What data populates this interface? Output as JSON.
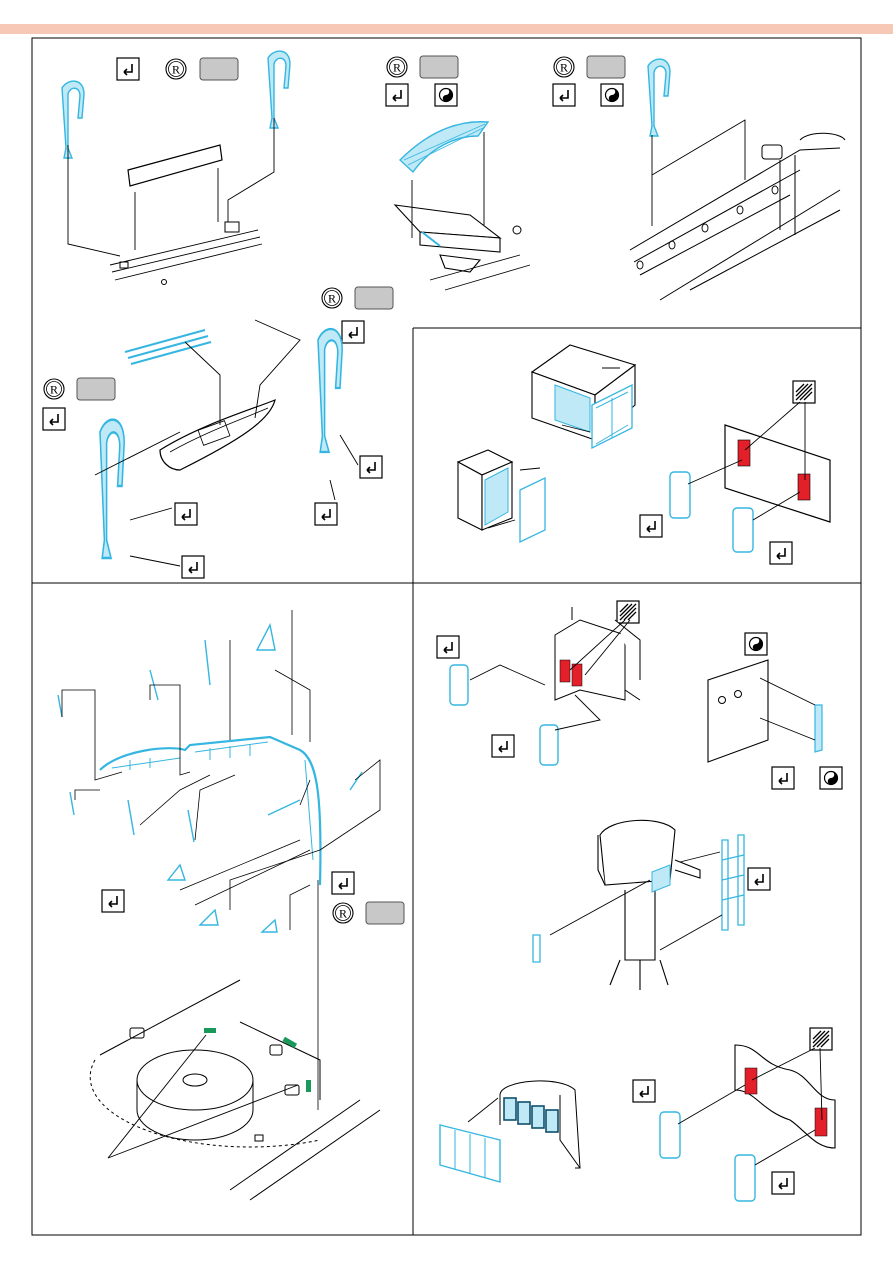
{
  "page": {
    "accent_stripe_color": "#f7c8b6",
    "part_color": "#35b6e0",
    "paint_red": "#e3202a",
    "paint_green": "#1a9a5a"
  },
  "symbols": {
    "fold": "fold-symbol-icon",
    "remove": "remove-plastic-symbol",
    "replace_r": "R",
    "flip": "flip-symbol-icon",
    "hatch": "paint-hatch-symbol"
  },
  "panels": [
    {
      "name": "step-1-davits-rail"
    },
    {
      "name": "step-2-gangway-roof"
    },
    {
      "name": "step-3-davit-hull"
    },
    {
      "name": "step-4-lifeboat-davits"
    },
    {
      "name": "step-5-cabinets-doors"
    },
    {
      "name": "step-6-bridge-windows"
    },
    {
      "name": "step-7-doors-ladders-mast"
    }
  ]
}
